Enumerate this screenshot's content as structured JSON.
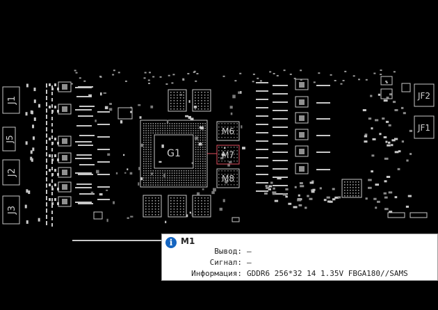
{
  "board": {
    "connectors": [
      {
        "id": "j1",
        "label": "J1"
      },
      {
        "id": "j5",
        "label": "J5"
      },
      {
        "id": "j2",
        "label": "J2"
      },
      {
        "id": "j3",
        "label": "J3"
      },
      {
        "id": "jf2",
        "label": "JF2"
      },
      {
        "id": "jf1",
        "label": "JF1"
      }
    ],
    "chips": [
      {
        "id": "g1",
        "label": "G1"
      },
      {
        "id": "m6",
        "label": "M6"
      },
      {
        "id": "m7",
        "label": "M7"
      },
      {
        "id": "m8",
        "label": "M8"
      }
    ],
    "colors": {
      "background": "#000000",
      "trace": "#c8c8c8",
      "highlight": "#e05060"
    }
  },
  "tooltip": {
    "icon": "info-icon",
    "title": "M1",
    "rows": [
      {
        "key": "Вывод:",
        "value": "—"
      },
      {
        "key": "Сигнал:",
        "value": "—"
      },
      {
        "key": "Информация:",
        "value": "GDDR6 256*32 14 1.35V FBGA180//SAMS"
      }
    ]
  }
}
